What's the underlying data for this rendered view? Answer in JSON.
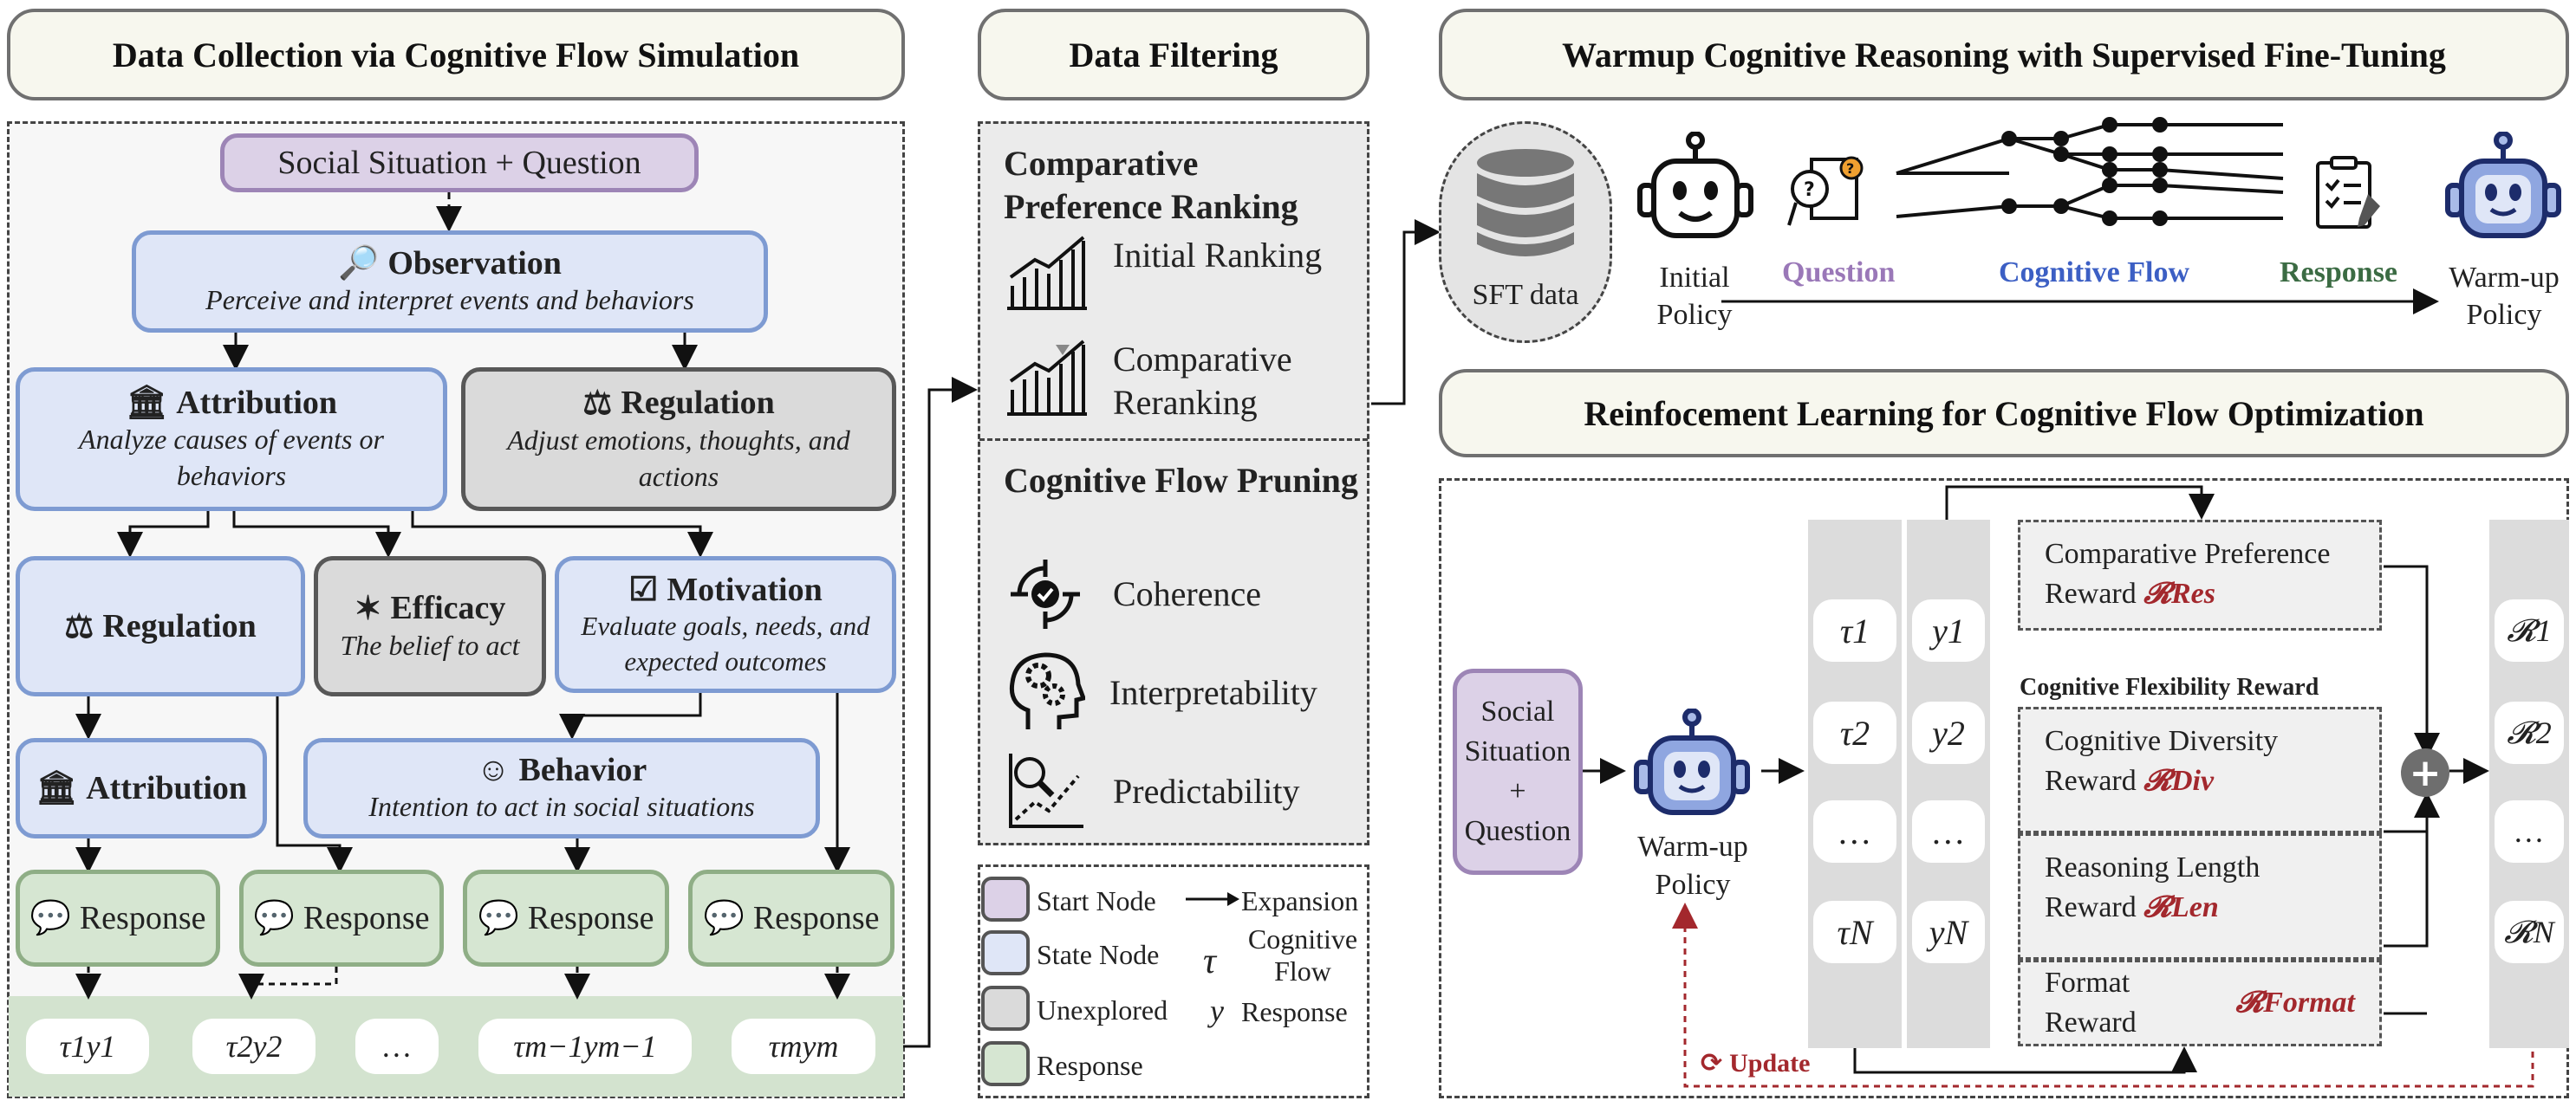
{
  "headers": {
    "collection": "Data Collection via Cognitive Flow Simulation",
    "filtering": "Data Filtering",
    "warmup": "Warmup Cognitive Reasoning with Supervised Fine-Tuning",
    "rl": "Reinfocement Learning for Cognitive Flow Optimization"
  },
  "collection": {
    "start": "Social Situation + Question",
    "observation": {
      "title": "Observation",
      "desc": "Perceive and interpret events and behaviors"
    },
    "attribution1": {
      "title": "Attribution",
      "desc": "Analyze causes of events or behaviors"
    },
    "regulation1": {
      "title": "Regulation",
      "desc": "Adjust emotions, thoughts, and actions"
    },
    "regulation2": {
      "title": "Regulation"
    },
    "efficacy": {
      "title": "Efficacy",
      "desc": "The belief to act"
    },
    "motivation": {
      "title": "Motivation",
      "desc": "Evaluate goals, needs, and expected outcomes"
    },
    "attribution2": {
      "title": "Attribution"
    },
    "behavior": {
      "title": "Behavior",
      "desc": "Intention to act in social situations"
    },
    "response": "Response",
    "outputs": [
      "τ1y1",
      "τ2y2",
      "…",
      "τm−1ym−1",
      "τmym"
    ]
  },
  "filtering": {
    "ranking_title": "Comparative Preference Ranking",
    "initial": "Initial Ranking",
    "reranking": "Comparative Reranking",
    "pruning_title": "Cognitive Flow Pruning",
    "coherence": "Coherence",
    "interpretability": "Interpretability",
    "predictability": "Predictability"
  },
  "legend": {
    "start": "Start Node",
    "state": "State Node",
    "unexplored": "Unexplored",
    "response": "Response",
    "expansion": "Expansion",
    "tau_sym": "τ",
    "cognitive_flow": "Cognitive Flow",
    "y_sym": "y",
    "y_response": "Response"
  },
  "warmup": {
    "sft": "SFT data",
    "initial_policy": "Initial Policy",
    "question": "Question",
    "cognitive_flow": "Cognitive Flow",
    "response": "Response",
    "warmup_policy": "Warm-up Policy"
  },
  "rl": {
    "social": "Social Situation + Question",
    "policy": "Warm-up Policy",
    "tau": [
      "τ1",
      "τ2",
      "…",
      "τN"
    ],
    "y": [
      "y1",
      "y2",
      "…",
      "yN"
    ],
    "comparative_reward": "Comparative Preference Reward",
    "r_res": "𝓡Res",
    "flexibility_title": "Cognitive Flexibility Reward",
    "diversity": "Cognitive Diversity Reward",
    "r_div": "𝓡Div",
    "length": "Reasoning Length Reward",
    "r_len": "𝓡Len",
    "format": "Format Reward",
    "r_format": "𝓡Format",
    "r_out": [
      "𝓡1",
      "𝓡2",
      "…",
      "𝓡N"
    ],
    "update": "Update"
  },
  "colors": {
    "blue_fill": "#dfe6f7",
    "blue_border": "#7e9bd2",
    "gray_fill": "#dadada",
    "purple_fill": "#dcd1e7",
    "green_fill": "#d6e6d2",
    "reward_red": "#a3282d",
    "question_purple": "#9a78b8",
    "flow_blue": "#3c5fc4",
    "response_green": "#3b6b43"
  },
  "icons": [
    "magnifier-icon",
    "building-icon",
    "gavel-icon",
    "brain-icon",
    "checklist-icon",
    "people-icon",
    "chat-icon",
    "bar-chart-icon",
    "cycle-check-icon",
    "head-gears-icon",
    "trend-search-icon",
    "database-icon",
    "robot-icon",
    "question-doc-icon",
    "clipboard-icon",
    "plus-icon",
    "refresh-icon"
  ]
}
